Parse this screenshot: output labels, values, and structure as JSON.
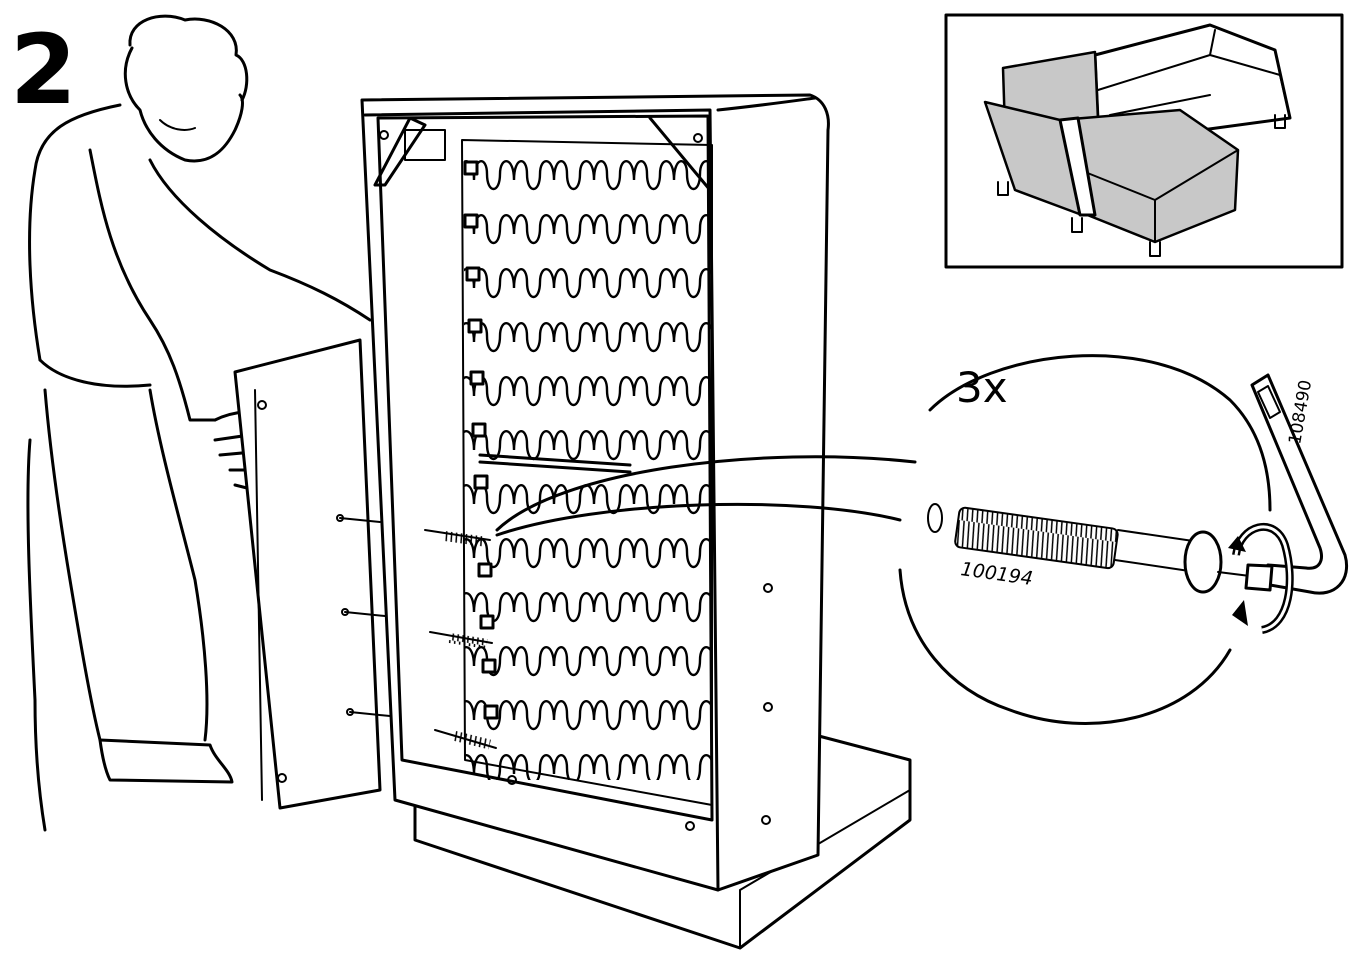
{
  "step": {
    "number": "2"
  },
  "detail": {
    "quantity": "3x"
  },
  "parts": {
    "bolt_id": "100194",
    "key_id": "108490"
  },
  "colors": {
    "line": "#000000",
    "background": "#ffffff",
    "shaded_panel": "#c8c8c8"
  },
  "icons": [
    "rotate-arrow-icon"
  ]
}
